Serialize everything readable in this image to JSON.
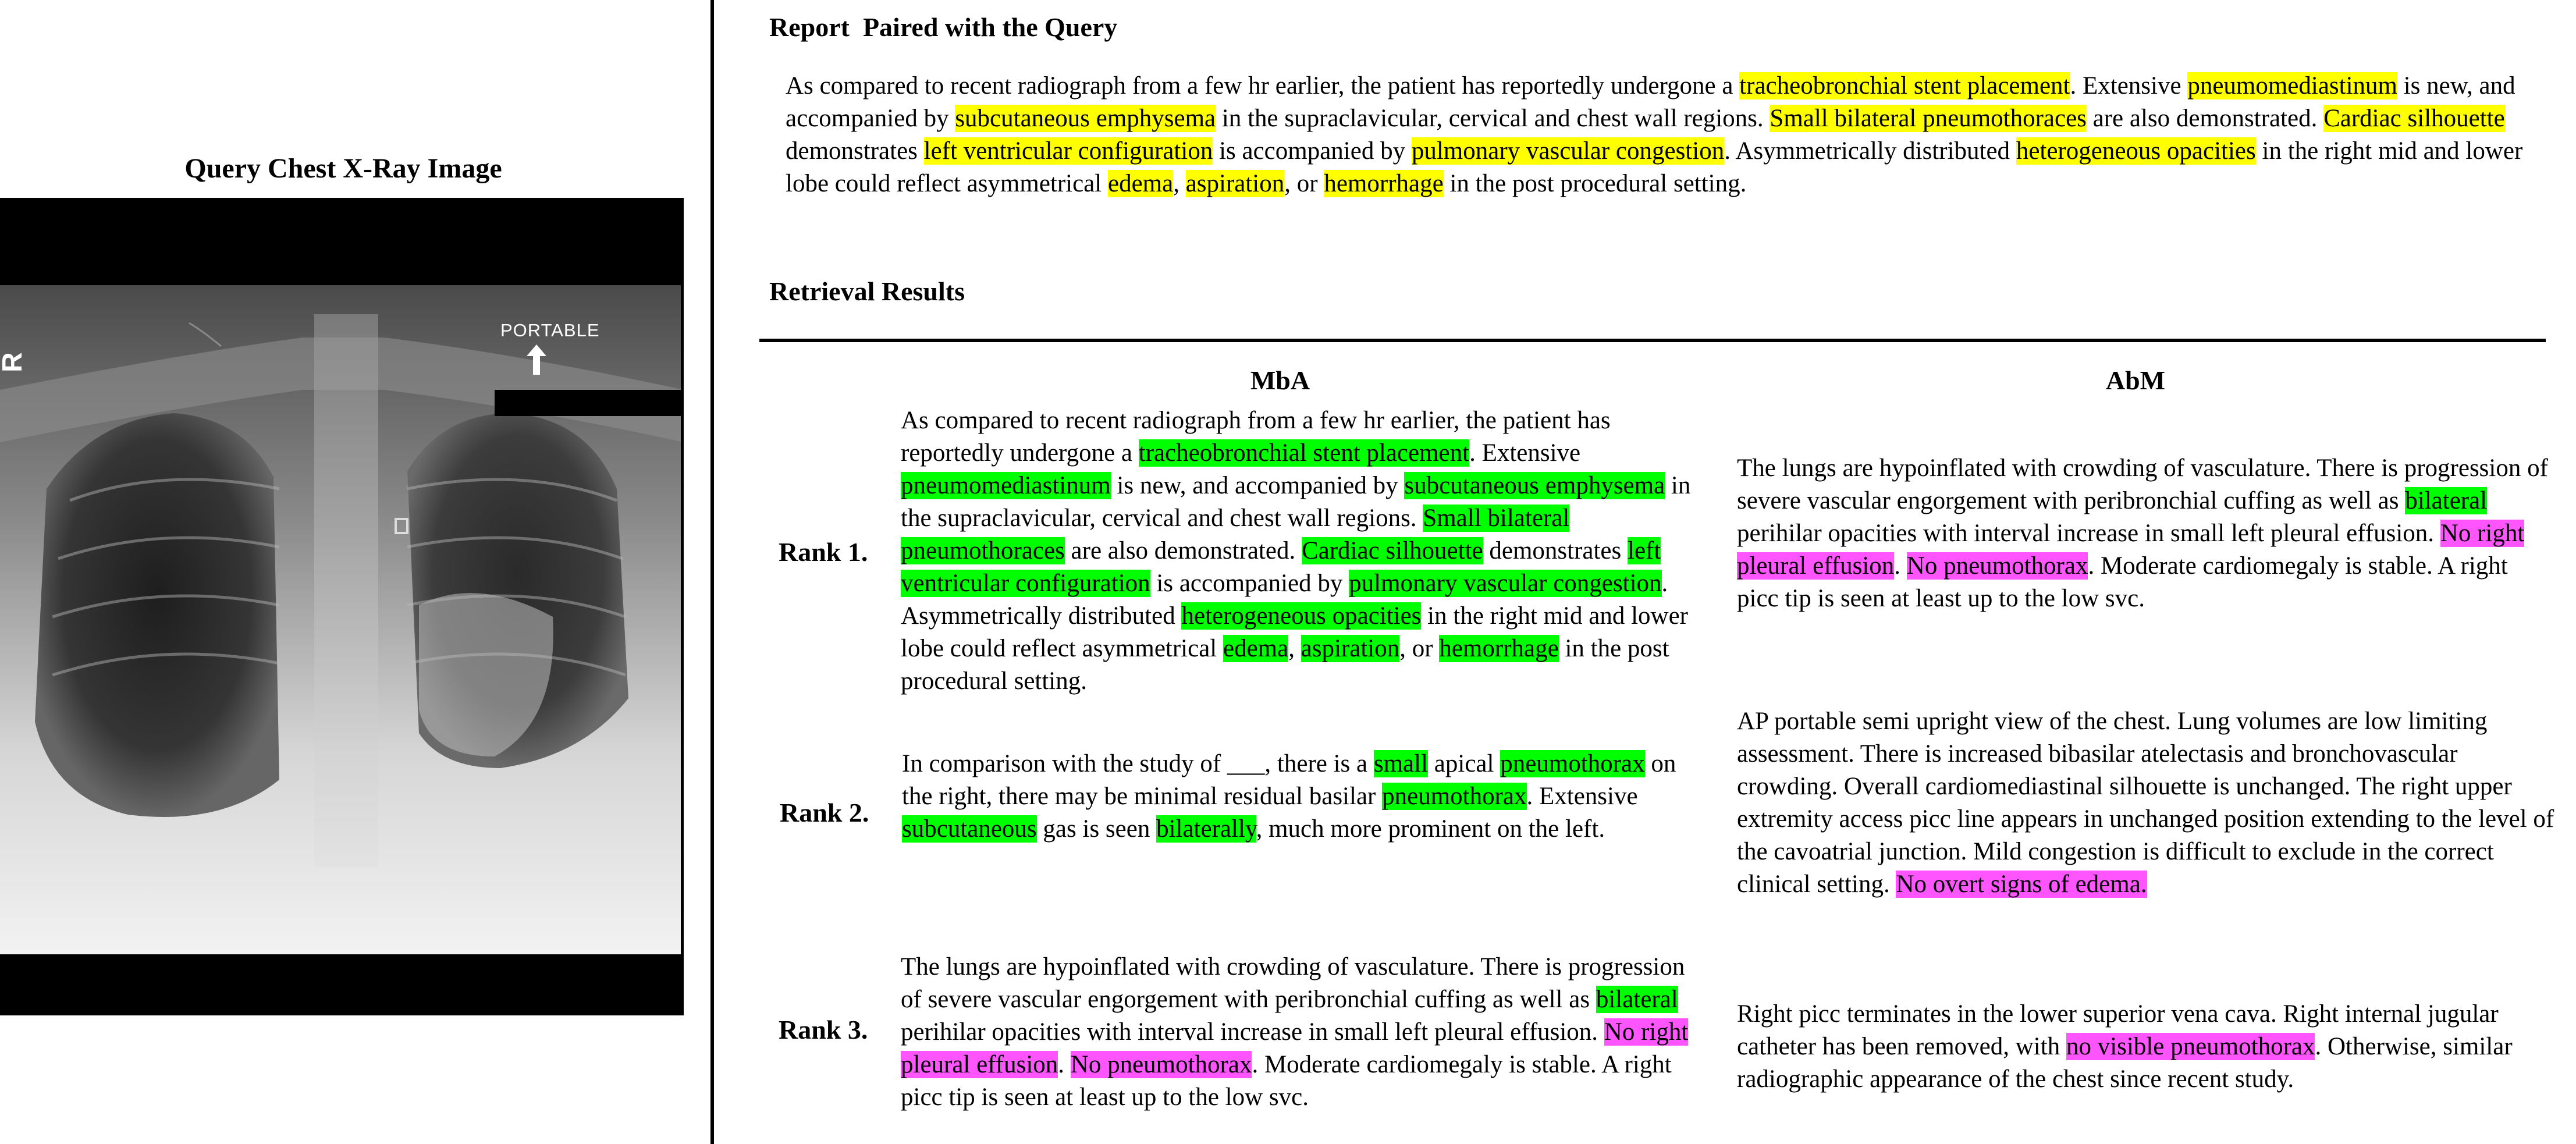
{
  "left_panel": {
    "title": "Query Chest X-Ray Image",
    "xray": {
      "side_marker": "R",
      "portable_label": "PORTABLE"
    }
  },
  "report": {
    "title": "Report  Paired with the Query",
    "segments": [
      {
        "t": "As compared to recent radiograph from a few hr earlier, the patient has reportedly undergone a "
      },
      {
        "t": "tracheobronchial stent placement",
        "h": "y"
      },
      {
        "t": ". Extensive "
      },
      {
        "t": "pneumomediastinum",
        "h": "y"
      },
      {
        "t": " is new, and accompanied by "
      },
      {
        "t": "subcutaneous emphysema",
        "h": "y"
      },
      {
        "t": " in the supraclavicular, cervical and chest wall regions. "
      },
      {
        "t": "Small bilateral pneumothoraces",
        "h": "y"
      },
      {
        "t": " are also demonstrated. "
      },
      {
        "t": "Cardiac silhouette",
        "h": "y"
      },
      {
        "t": " demonstrates "
      },
      {
        "t": "left ventricular configuration",
        "h": "y"
      },
      {
        "t": " is accompanied by "
      },
      {
        "t": "pulmonary vascular congestion",
        "h": "y"
      },
      {
        "t": ". Asymmetrically distributed "
      },
      {
        "t": "heterogeneous opacities",
        "h": "y"
      },
      {
        "t": " in the right mid and lower lobe could reflect asymmetrical "
      },
      {
        "t": "edema",
        "h": "y"
      },
      {
        "t": ", "
      },
      {
        "t": "aspiration",
        "h": "y"
      },
      {
        "t": ", or "
      },
      {
        "t": "hemorrhage",
        "h": "y"
      },
      {
        "t": " in the post procedural setting."
      }
    ]
  },
  "retrieval": {
    "title": "Retrieval Results",
    "col_mba": "MbA",
    "col_abm": "AbM",
    "ranks": [
      {
        "label": "Rank 1.",
        "mba": [
          {
            "t": "As compared to recent radiograph from a few hr earlier, the patient has reportedly undergone a "
          },
          {
            "t": "tracheobronchial stent placement",
            "h": "g"
          },
          {
            "t": ". Extensive "
          },
          {
            "t": "pneumomediastinum",
            "h": "g"
          },
          {
            "t": " is new, and accompanied by "
          },
          {
            "t": "subcutaneous emphysema",
            "h": "g"
          },
          {
            "t": " in the supraclavicular, cervical and chest wall regions. "
          },
          {
            "t": "Small bilateral pneumothoraces",
            "h": "g"
          },
          {
            "t": " are also demonstrated. "
          },
          {
            "t": "Cardiac silhouette",
            "h": "g"
          },
          {
            "t": " demonstrates "
          },
          {
            "t": "left ventricular configuration",
            "h": "g"
          },
          {
            "t": " is accompanied by "
          },
          {
            "t": "pulmonary vascular congestion",
            "h": "g"
          },
          {
            "t": ". Asymmetrically distributed "
          },
          {
            "t": "heterogeneous opacities",
            "h": "g"
          },
          {
            "t": " in the right mid and lower lobe could reflect asymmetrical "
          },
          {
            "t": "edema",
            "h": "g"
          },
          {
            "t": ", "
          },
          {
            "t": "aspiration",
            "h": "g"
          },
          {
            "t": ", or "
          },
          {
            "t": "hemorrhage",
            "h": "g"
          },
          {
            "t": " in the post procedural setting."
          }
        ],
        "abm": [
          {
            "t": "The lungs are hypoinflated with crowding of vasculature. There is progression of severe vascular engorgement with peribronchial cuffing as well as "
          },
          {
            "t": "bilateral",
            "h": "g"
          },
          {
            "t": " perihilar opacities with interval increase in small left pleural effusion. "
          },
          {
            "t": "No right pleural effusion",
            "h": "m"
          },
          {
            "t": ". "
          },
          {
            "t": "No pneumothorax",
            "h": "m"
          },
          {
            "t": ". Moderate cardiomegaly is stable. A right picc tip is seen at least up to the low svc."
          }
        ]
      },
      {
        "label": "Rank 2.",
        "mba": [
          {
            "t": "In comparison with the study of ___, there is a "
          },
          {
            "t": "small",
            "h": "g"
          },
          {
            "t": " apical "
          },
          {
            "t": "pneumothorax",
            "h": "g"
          },
          {
            "t": " on the right, there may be minimal residual basilar "
          },
          {
            "t": "pneumothorax",
            "h": "g"
          },
          {
            "t": ". Extensive "
          },
          {
            "t": "subcutaneous",
            "h": "g"
          },
          {
            "t": " gas is seen "
          },
          {
            "t": "bilaterally",
            "h": "g"
          },
          {
            "t": ", much more prominent on the left."
          }
        ],
        "abm": [
          {
            "t": "AP portable semi upright view of the chest. Lung volumes are low limiting assessment. There is increased bibasilar atelectasis and bronchovascular crowding. Overall cardiomediastinal silhouette is unchanged. The right upper extremity access picc line appears in unchanged position extending to the level of the cavoatrial junction. Mild congestion is difficult to exclude in the correct clinical setting. "
          },
          {
            "t": "No overt signs of edema.",
            "h": "m"
          }
        ]
      },
      {
        "label": "Rank 3.",
        "mba": [
          {
            "t": "The lungs are hypoinflated with crowding of vasculature. There is progression of severe vascular engorgement with peribronchial cuffing as well as "
          },
          {
            "t": "bilateral",
            "h": "g"
          },
          {
            "t": " perihilar opacities with interval increase in small left pleural effusion. "
          },
          {
            "t": "No right pleural effusion",
            "h": "m"
          },
          {
            "t": ". "
          },
          {
            "t": "No pneumothorax",
            "h": "m"
          },
          {
            "t": ". Moderate cardiomegaly is stable. A right picc tip is seen at least up to the low svc."
          }
        ],
        "abm": [
          {
            "t": "Right picc terminates in the lower superior vena cava. Right internal jugular catheter has been removed, with "
          },
          {
            "t": "no visible pneumothorax",
            "h": "m"
          },
          {
            "t": ". Otherwise, similar radiographic appearance of the chest since recent study."
          }
        ]
      }
    ]
  }
}
